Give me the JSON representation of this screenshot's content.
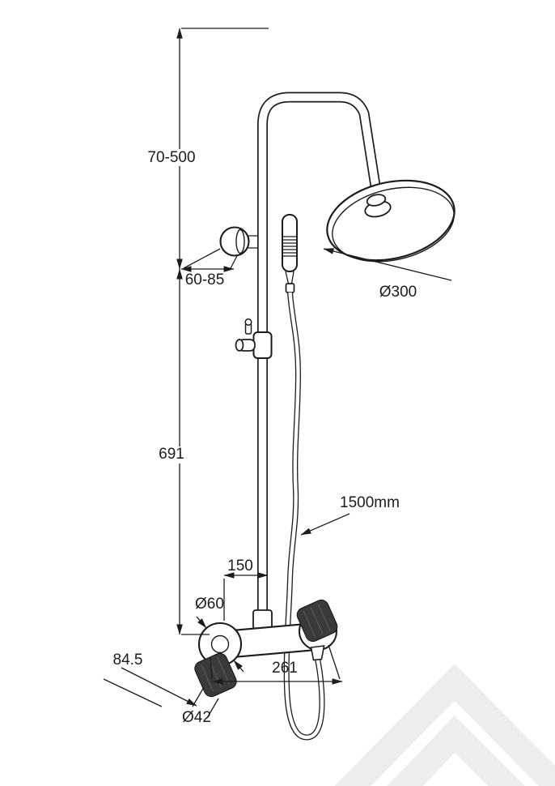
{
  "drawing": {
    "title": "shower-system-technical-drawing",
    "subject": "thermostatic shower column with overhead rain shower and hand shower",
    "labels": {
      "height_adjust": "70-500",
      "wall_offset": "60-85",
      "head_diameter": "Ø300",
      "column_height": "691",
      "hose_length": "1500mm",
      "spacing": "150",
      "escutcheon_diameter": "Ø60",
      "depth": "84.5",
      "valve_width": "261",
      "knob_diameter": "Ø42"
    },
    "colors": {
      "line": "#1c1c1c",
      "knob_dark": "#3a3a3a",
      "watermark": "#ededed",
      "background": "#ffffff"
    }
  }
}
